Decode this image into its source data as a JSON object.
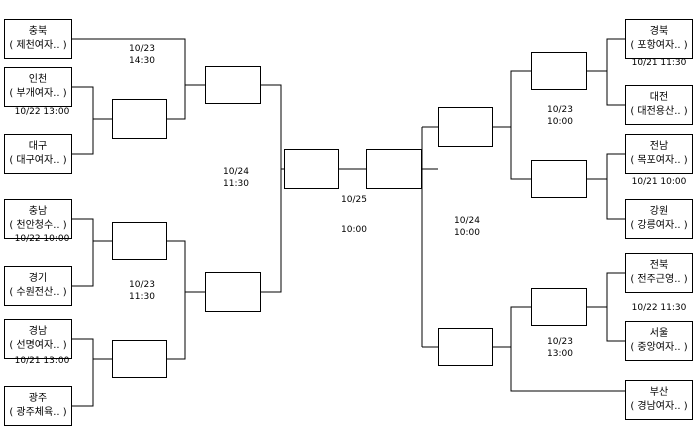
{
  "left_teams": [
    {
      "region": "충북",
      "school": "( 제천여자.. )",
      "time": ""
    },
    {
      "region": "인천",
      "school": "( 부개여자.. )",
      "time": "10/22   13:00"
    },
    {
      "region": "대구",
      "school": "( 대구여자.. )",
      "time": ""
    },
    {
      "region": "충남",
      "school": "( 천안청수.. )",
      "time": "10/22   10:00"
    },
    {
      "region": "경기",
      "school": "( 수원전산.. )",
      "time": ""
    },
    {
      "region": "경남",
      "school": "( 선명여자.. )",
      "time": "10/21   13:00"
    },
    {
      "region": "광주",
      "school": "( 광주체육.. )",
      "time": ""
    }
  ],
  "right_teams": [
    {
      "region": "경북",
      "school": "( 포항여자.. )",
      "time": "10/21   11:30"
    },
    {
      "region": "대전",
      "school": "( 대전용산.. )",
      "time": ""
    },
    {
      "region": "전남",
      "school": "( 목포여자.. )",
      "time": "10/21   10:00"
    },
    {
      "region": "강원",
      "school": "( 강릉여자.. )",
      "time": ""
    },
    {
      "region": "전북",
      "school": "( 전주근영.. )",
      "time": "10/22   11:30"
    },
    {
      "region": "서울",
      "school": "( 중앙여자.. )",
      "time": ""
    },
    {
      "region": "부산",
      "school": "( 경남여자.. )",
      "time": ""
    }
  ],
  "match_times": {
    "left_qf_top": {
      "date": "10/23",
      "time": "14:30"
    },
    "left_qf_bottom": {
      "date": "10/23",
      "time": "11:30"
    },
    "left_sf": {
      "date": "10/24",
      "time": "11:30"
    },
    "final": {
      "date": "10/25",
      "time": "10:00"
    },
    "right_sf": {
      "date": "10/24",
      "time": "10:00"
    },
    "right_qf_top": {
      "date": "10/23",
      "time": "10:00"
    },
    "right_qf_bottom": {
      "date": "10/23",
      "time": "13:00"
    }
  }
}
